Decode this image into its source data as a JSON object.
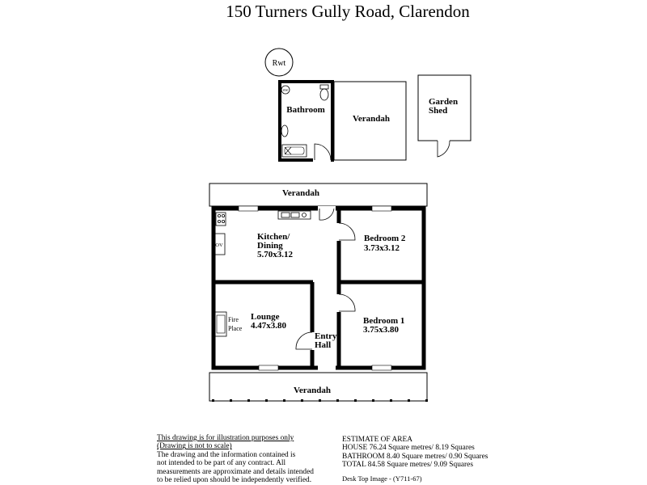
{
  "title": "150 Turners Gully Road, Clarendon",
  "markers": {
    "rwt": "Rwt",
    "shower_waste": "SW",
    "oven": "OV"
  },
  "rooms": {
    "bathroom": {
      "name": "Bathroom"
    },
    "verandah_rear": {
      "name": "Verandah"
    },
    "garden_shed": {
      "line1": "Garden",
      "line2": "Shed"
    },
    "verandah_top": {
      "name": "Verandah"
    },
    "kitchen": {
      "line1": "Kitchen/",
      "line2": "Dining",
      "size": "5.70x3.12"
    },
    "bedroom2": {
      "name": "Bedroom 2",
      "size": "3.73x3.12"
    },
    "lounge": {
      "name": "Lounge",
      "size": "4.47x3.80"
    },
    "fireplace": {
      "line1": "Fire",
      "line2": "Place"
    },
    "entry": {
      "line1": "Entry",
      "line2": "Hall"
    },
    "bedroom1": {
      "name": "Bedroom 1",
      "size": "3.75x3.80"
    },
    "verandah_bottom": {
      "name": "Verandah"
    }
  },
  "disclaimer": {
    "line1": "This drawing is for illustration purposes only",
    "line2": "(Drawing is not to scale)",
    "body": [
      "The drawing and the information contained is",
      "not intended to be part of any contract.  All",
      "measurements are approximate and details intended",
      "to be relied upon should be independently verified."
    ]
  },
  "estimate": {
    "heading": "ESTIMATE OF AREA",
    "rows": [
      "HOUSE    76.24 Square metres/  8.19 Squares",
      "BATHROOM 8.40 Square metres/  0.90 Squares",
      "TOTAL   84.58 Square metres/  9.09 Squares"
    ]
  },
  "image_ref": "Desk Top Image - (Y711-67)"
}
